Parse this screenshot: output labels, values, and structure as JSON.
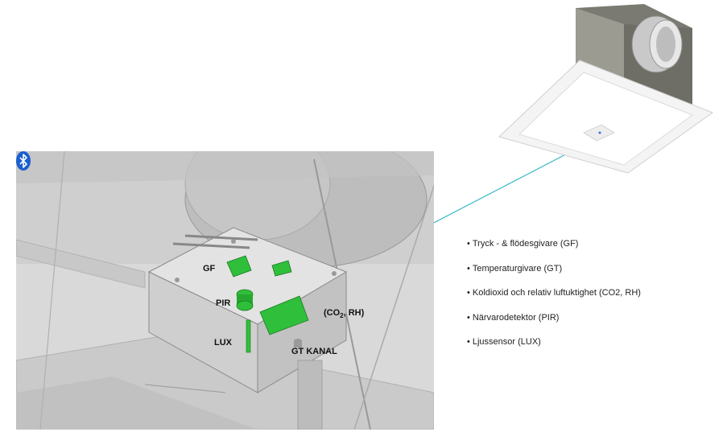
{
  "labels": {
    "gf": "GF",
    "pir": "PIR",
    "lux": "LUX",
    "gt": "GT KANAL",
    "co2_prefix": "(CO",
    "co2_sub": "2",
    "co2_suffix": ", RH)"
  },
  "sensor_list": [
    "Tryck - & flödesgivare (GF)",
    "Temperaturgivare (GT)",
    "Koldioxid och relativ luftuktighet (CO2, RH)",
    "Närvarodetektor (PIR)",
    "Ljussensor (LUX)"
  ],
  "bullet": "•",
  "icons": {
    "bluetooth": "bluetooth-icon"
  },
  "colors": {
    "connector_line": "#3bb8c8",
    "sensor_green": "#2fbf3a",
    "bluetooth_blue": "#1a5fd0",
    "render_grey": "#d7d7d7"
  }
}
